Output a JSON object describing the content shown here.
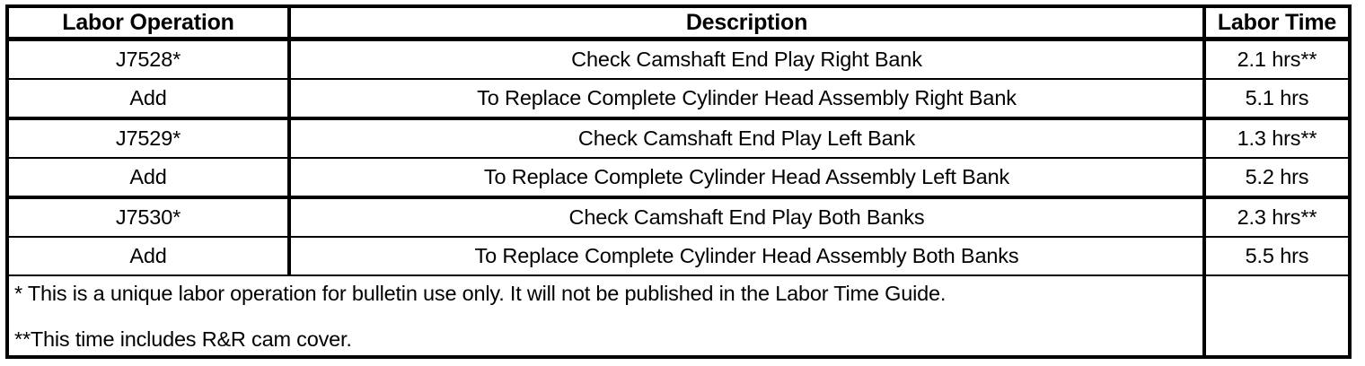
{
  "table": {
    "headers": {
      "operation": "Labor Operation",
      "description": "Description",
      "time": "Labor Time"
    },
    "rows": [
      {
        "operation": "J7528*",
        "description": "Check Camshaft End Play Right Bank",
        "time": "2.1 hrs**"
      },
      {
        "operation": "Add",
        "description": "To Replace Complete Cylinder Head Assembly Right Bank",
        "time": "5.1 hrs"
      },
      {
        "operation": "J7529*",
        "description": "Check Camshaft End Play Left Bank",
        "time": "1.3 hrs**"
      },
      {
        "operation": "Add",
        "description": "To Replace Complete Cylinder Head Assembly Left Bank",
        "time": "5.2 hrs"
      },
      {
        "operation": "J7530*",
        "description": "Check Camshaft End Play Both Banks",
        "time": "2.3 hrs**"
      },
      {
        "operation": "Add",
        "description": "To Replace Complete Cylinder Head Assembly Both Banks",
        "time": "5.5 hrs"
      }
    ],
    "footnotes": {
      "single_asterisk": "* This is a unique labor operation for bulletin use only. It will not be published in the Labor Time Guide.",
      "double_asterisk": "**This time includes R&R cam cover.",
      "time_cell": ""
    }
  },
  "colors": {
    "border": "#000000",
    "background": "#ffffff",
    "text": "#000000"
  }
}
